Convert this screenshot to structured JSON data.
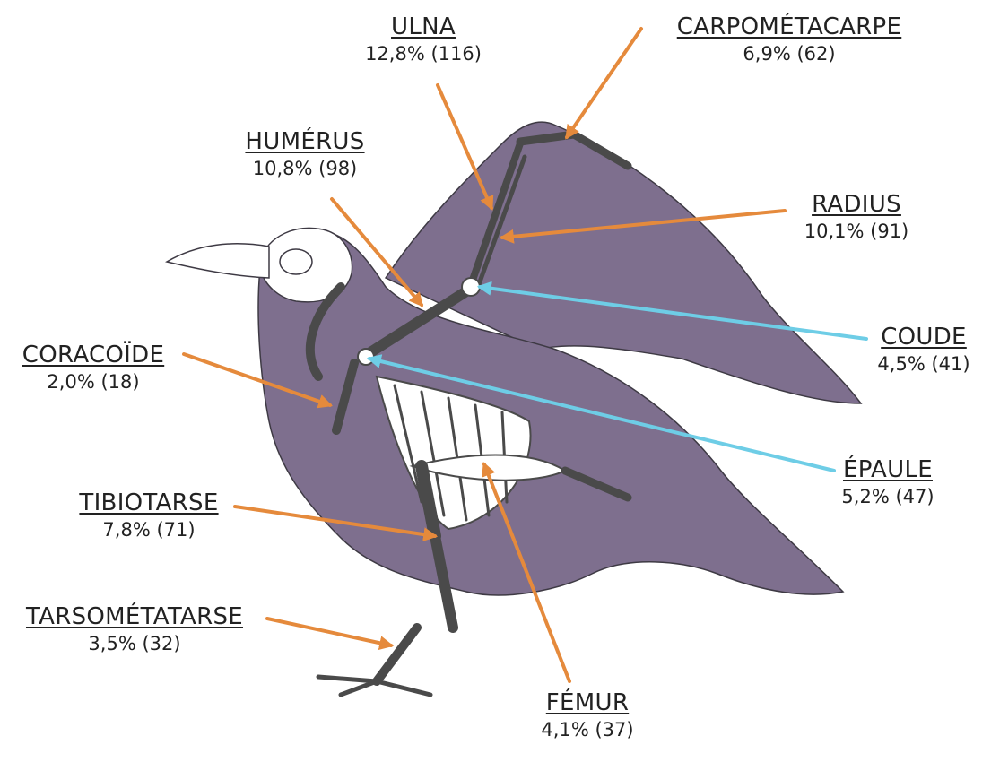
{
  "colors": {
    "body": "#7e6f8e",
    "bone_fill": "#ffffff",
    "bone_stroke": "#4a4a4a",
    "arrow_orange": "#e58a3c",
    "arrow_blue": "#6ecde6"
  },
  "labels": {
    "ulna": {
      "name": "ULNA",
      "value": "12,8% (116)"
    },
    "carpometacarpe": {
      "name": "CARPOMÉTACARPE",
      "value": "6,9% (62)"
    },
    "humerus": {
      "name": "HUMÉRUS",
      "value": "10,8% (98)"
    },
    "radius": {
      "name": "RADIUS",
      "value": "10,1% (91)"
    },
    "coude": {
      "name": "COUDE",
      "value": "4,5% (41)"
    },
    "coracoide": {
      "name": "CORACOÏDE",
      "value": "2,0% (18)"
    },
    "epaule": {
      "name": "ÉPAULE",
      "value": "5,2% (47)"
    },
    "tibiotarse": {
      "name": "TIBIOTARSE",
      "value": "7,8% (71)"
    },
    "tarsometatarse": {
      "name": "TARSOMÉTATARSE",
      "value": "3,5% (32)"
    },
    "femur": {
      "name": "FÉMUR",
      "value": "4,1% (37)"
    }
  }
}
